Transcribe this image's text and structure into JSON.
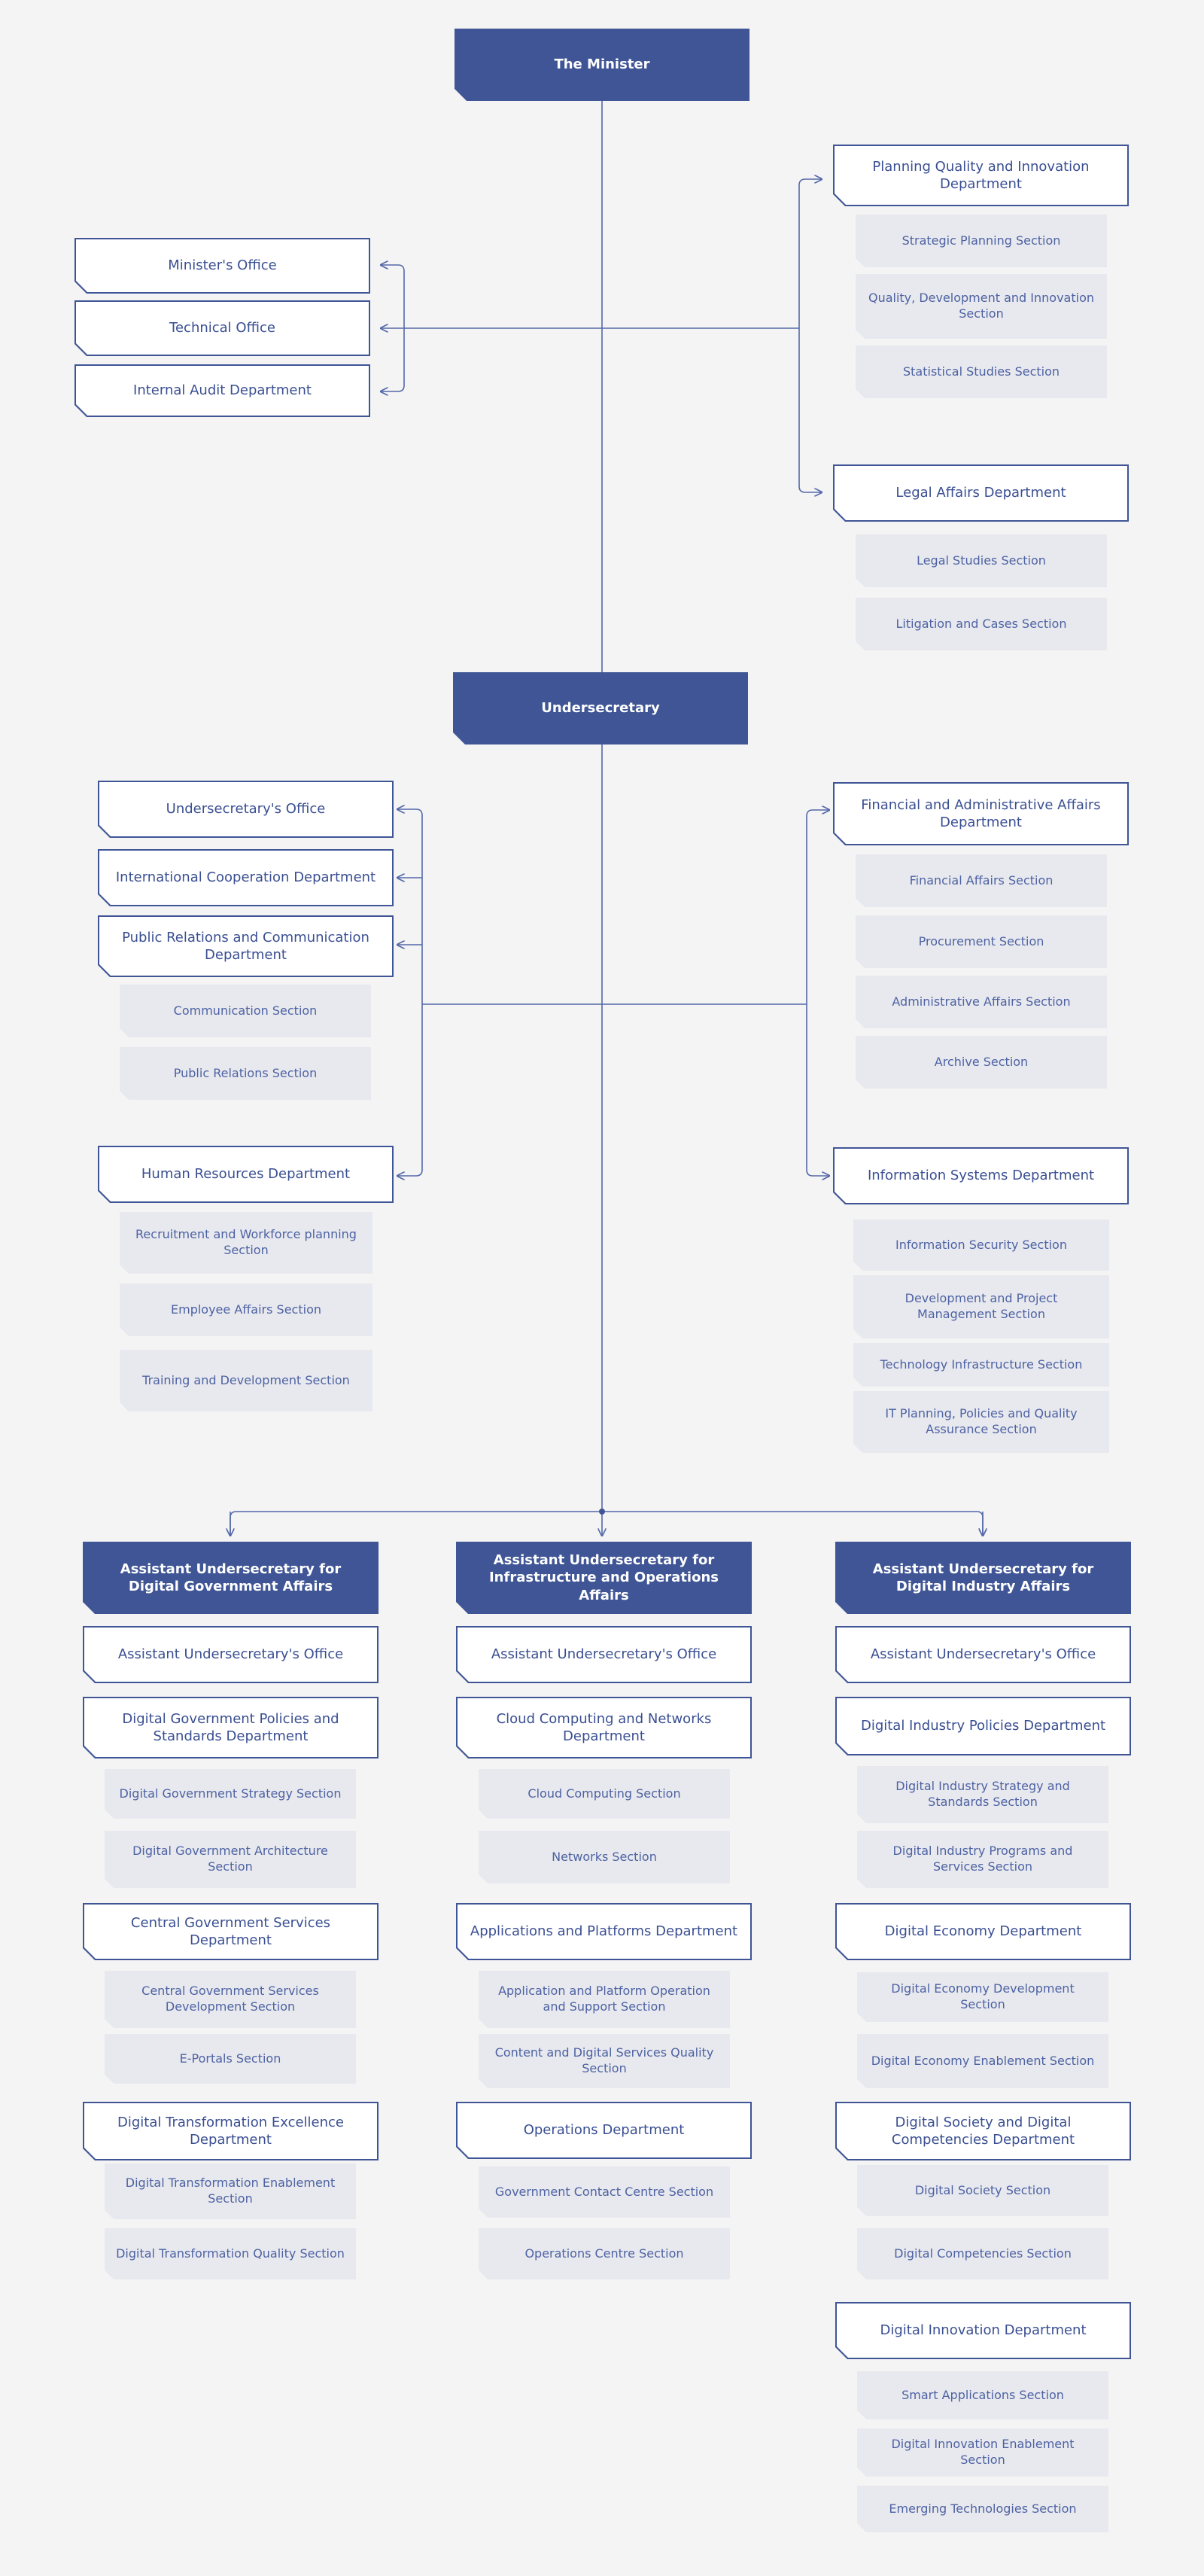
{
  "colors": {
    "primary": "#3f5595",
    "line": "#5468a8",
    "section_bg": "#e8e9ee",
    "background": "#f4f4f5"
  },
  "minister": "The Minister",
  "undersecretary": "Undersecretary",
  "minister_left": {
    "ministers_office": "Minister's Office",
    "technical_office": "Technical Office",
    "internal_audit": "Internal Audit Department"
  },
  "minister_right": {
    "planning": {
      "label": "Planning Quality and Innovation Department",
      "sections": [
        "Strategic Planning Section",
        "Quality, Development and Innovation Section",
        "Statistical Studies Section"
      ]
    },
    "legal": {
      "label": "Legal Affairs Department",
      "sections": [
        "Legal Studies Section",
        "Litigation and Cases Section"
      ]
    }
  },
  "under_left": {
    "office": "Undersecretary's Office",
    "intl": "International Cooperation Department",
    "pr": {
      "label": "Public Relations and Communication Department",
      "sections": [
        "Communication Section",
        "Public Relations Section"
      ]
    },
    "hr": {
      "label": "Human Resources Department",
      "sections": [
        "Recruitment and Workforce planning Section",
        "Employee Affairs Section",
        "Training and Development Section"
      ]
    }
  },
  "under_right": {
    "fin": {
      "label": "Financial and Administrative Affairs Department",
      "sections": [
        "Financial Affairs Section",
        "Procurement Section",
        "Administrative Affairs Section",
        "Archive Section"
      ]
    },
    "is": {
      "label": "Information Systems Department",
      "sections": [
        "Information Security Section",
        "Development and Project Management Section",
        "Technology Infrastructure Section",
        "IT Planning, Policies and Quality Assurance Section"
      ]
    }
  },
  "assistants": [
    {
      "title": "Assistant Undersecretary for Digital Government Affairs",
      "office": "Assistant Undersecretary's Office",
      "departments": [
        {
          "label": "Digital Government Policies and Standards Department",
          "sections": [
            "Digital Government Strategy Section",
            "Digital Government Architecture Section"
          ]
        },
        {
          "label": "Central Government Services Department",
          "sections": [
            "Central Government Services Development Section",
            "E-Portals Section"
          ]
        },
        {
          "label": "Digital Transformation Excellence Department",
          "sections": [
            "Digital Transformation Enablement Section",
            "Digital Transformation Quality Section"
          ]
        }
      ]
    },
    {
      "title": "Assistant Undersecretary for Infrastructure and Operations Affairs",
      "office": "Assistant Undersecretary's Office",
      "departments": [
        {
          "label": "Cloud Computing and Networks Department",
          "sections": [
            "Cloud Computing Section",
            "Networks Section"
          ]
        },
        {
          "label": "Applications and Platforms Department",
          "sections": [
            "Application and Platform Operation and Support Section",
            "Content and Digital Services Quality Section"
          ]
        },
        {
          "label": "Operations Department",
          "sections": [
            "Government Contact Centre Section",
            "Operations Centre Section"
          ]
        }
      ]
    },
    {
      "title": "Assistant Undersecretary for Digital Industry Affairs",
      "office": "Assistant Undersecretary's Office",
      "departments": [
        {
          "label": "Digital Industry Policies Department",
          "sections": [
            "Digital Industry Strategy and Standards Section",
            "Digital Industry Programs and Services Section"
          ]
        },
        {
          "label": "Digital Economy Department",
          "sections": [
            "Digital Economy Development Section",
            "Digital Economy Enablement Section"
          ]
        },
        {
          "label": "Digital Society and Digital Competencies Department",
          "sections": [
            "Digital Society Section",
            "Digital Competencies Section"
          ]
        },
        {
          "label": "Digital Innovation Department",
          "sections": [
            "Smart Applications Section",
            "Digital Innovation Enablement Section",
            "Emerging Technologies Section"
          ]
        }
      ]
    }
  ]
}
